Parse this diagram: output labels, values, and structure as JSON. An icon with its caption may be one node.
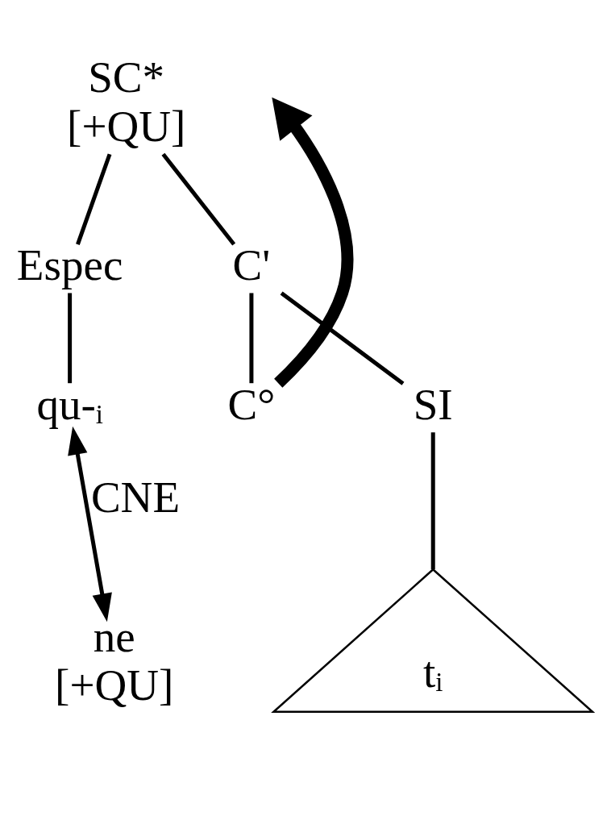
{
  "diagram": {
    "nodes": [
      {
        "text": [
          "SC*",
          "[+QU]"
        ]
      },
      {
        "text": [
          "Espec"
        ]
      },
      {
        "text": [
          "C'"
        ]
      },
      {
        "text": [
          "C°"
        ]
      },
      {
        "text": [
          "SI"
        ]
      },
      {
        "text": [
          "qu-ᵢ"
        ]
      },
      {
        "text": [
          "ne",
          "[+QU]"
        ]
      },
      {
        "text": [
          "tᵢ"
        ]
      }
    ],
    "edges": [
      {
        "from": 0,
        "to": 1,
        "arrow": "none"
      },
      {
        "from": 0,
        "to": 2,
        "arrow": "none"
      },
      {
        "from": 2,
        "to": 3,
        "arrow": "none"
      },
      {
        "from": 2,
        "to": 4,
        "arrow": "none"
      },
      {
        "from": 1,
        "to": 5,
        "arrow": "none"
      },
      {
        "from": 4,
        "to": 7,
        "arrow": "none"
      },
      {
        "from": 3,
        "to": null,
        "arrow": "to",
        "style": "thick"
      },
      {
        "from": 5,
        "to": 6,
        "arrow": "both",
        "label": "CNE"
      }
    ]
  }
}
